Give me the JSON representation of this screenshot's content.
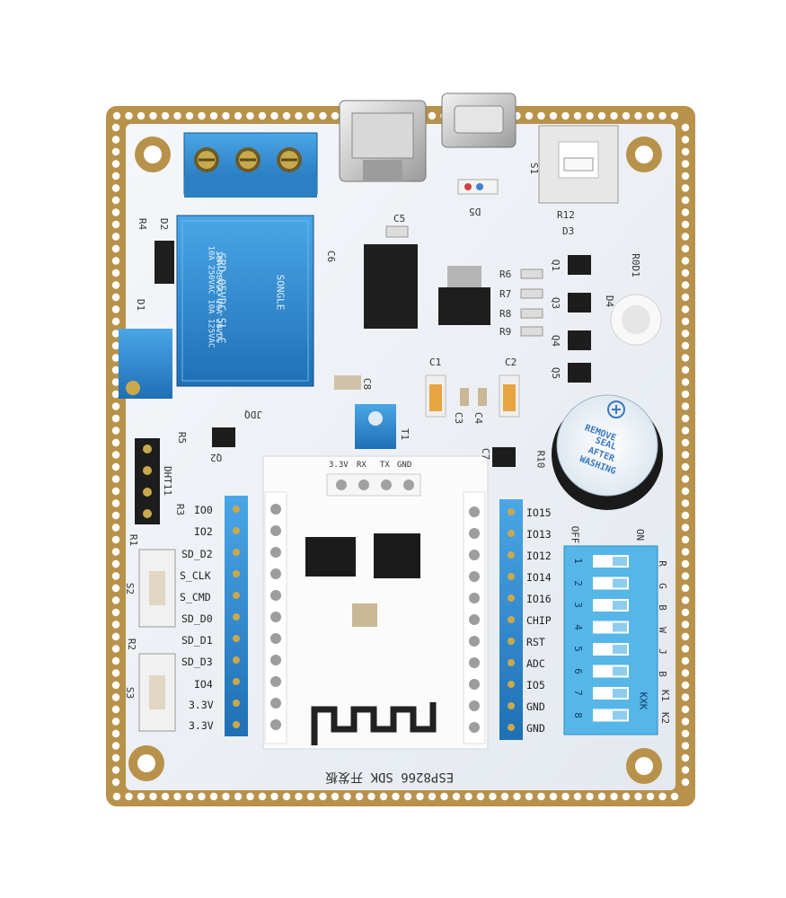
{
  "board": {
    "silkscreen_title": "ESP8266 SDK 开发板",
    "pcb_color": "#eef2f6",
    "pad_color": "#b8924a",
    "header_color": "#3b8fd0"
  },
  "left_pins": [
    "IO0",
    "IO2",
    "SD_D2",
    "S_CLK",
    "S_CMD",
    "SD_D0",
    "SD_D1",
    "SD_D3",
    "IO4",
    "3.3V",
    "3.3V"
  ],
  "right_pins": [
    "IO15",
    "IO13",
    "IO12",
    "IO14",
    "IO16",
    "CHIP",
    "RST",
    "ADC",
    "IO5",
    "GND",
    "GND"
  ],
  "uart_header": [
    "3.3V",
    "RX",
    "TX",
    "GND"
  ],
  "dip_switch": {
    "positions": [
      "1",
      "2",
      "3",
      "4",
      "5",
      "6",
      "7",
      "8"
    ],
    "on_label": "ON",
    "off_label": "OFF",
    "side_labels": [
      "R",
      "G",
      "B",
      "W",
      "J",
      "B",
      "K1",
      "K2"
    ],
    "brand": "KXK"
  },
  "relay": {
    "brand": "SONGLE",
    "model": "SRD-05VDC-SL-C",
    "ratings": [
      "10A 250VAC  10A 125VAC",
      "10A 30VDC   10A 28VDC"
    ],
    "ref": "JDQ"
  },
  "buzzer": {
    "text": [
      "REMOVE",
      "SEAL",
      "AFTER",
      "WASHING"
    ]
  },
  "refs": {
    "r4": "R4",
    "d2": "D2",
    "d1": "D1",
    "c5": "C5",
    "c6": "C6",
    "c1": "C1",
    "c2": "C2",
    "c3": "C3",
    "c4": "C4",
    "c8": "C8",
    "c7": "C7",
    "r6": "R6",
    "r7": "R7",
    "r8": "R8",
    "r9": "R9",
    "r12": "R12",
    "d3": "D3",
    "d5": "D5",
    "s1": "S1",
    "s2": "S2",
    "s3": "S3",
    "q1": "Q1",
    "q2": "Q2",
    "q3": "Q3",
    "q4": "Q4",
    "q5": "Q5",
    "r5": "R5",
    "r3": "R3",
    "r2": "R2",
    "r1": "R1",
    "r10": "R10",
    "dht11": "DHT11",
    "rod1": "R0D1",
    "d4": "D4",
    "t1": "T1",
    "jdq": "JDQ"
  }
}
